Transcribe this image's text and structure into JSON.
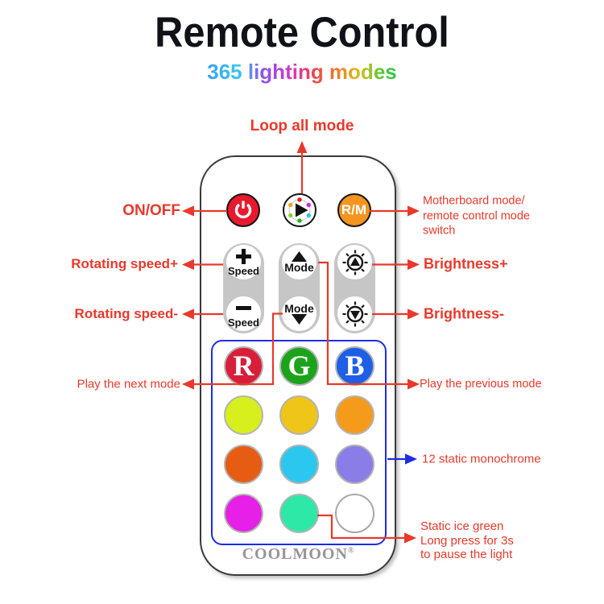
{
  "header": {
    "title": "Remote Control",
    "subtitle": "365 lighting modes"
  },
  "remote": {
    "brand": "COOLMOON",
    "brand_reg": "®",
    "buttons": {
      "rm_label": "R/M",
      "speed_plus_sign": "+",
      "speed_minus_sign": "—",
      "speed_label": "Speed",
      "mode_label": "Mode"
    },
    "color_grid": [
      {
        "name": "red",
        "label": "R",
        "color": "#d81f3a"
      },
      {
        "name": "green",
        "label": "G",
        "color": "#1ba31b"
      },
      {
        "name": "blue",
        "label": "B",
        "color": "#1e5fe6"
      },
      {
        "name": "yellow-green",
        "color": "#d8ef1e"
      },
      {
        "name": "gold",
        "color": "#efc519"
      },
      {
        "name": "orange",
        "color": "#f49b1c"
      },
      {
        "name": "orange-red",
        "color": "#e65c12"
      },
      {
        "name": "cyan",
        "color": "#2bc7ee"
      },
      {
        "name": "purple",
        "color": "#8a7de8"
      },
      {
        "name": "magenta",
        "color": "#e620e6"
      },
      {
        "name": "ice-green",
        "color": "#2de8a6"
      },
      {
        "name": "white",
        "color": "#ffffff",
        "ring": "#a8a8a8"
      }
    ]
  },
  "annotations": {
    "loop_all_mode": "Loop all mode",
    "on_off": "ON/OFF",
    "motherboard_switch": [
      "Motherboard mode/",
      "remote control mode",
      "switch"
    ],
    "rotating_speed_plus": "Rotating speed+",
    "rotating_speed_minus": "Rotating speed-",
    "brightness_plus": "Brightness+",
    "brightness_minus": "Brightness-",
    "play_next_mode": "Play the next mode",
    "play_previous_mode": "Play the previous mode",
    "static_monochrome": "12 static monochrome",
    "static_ice_green": [
      "Static ice green",
      "Long press for 3s",
      "to pause the light"
    ]
  },
  "colors": {
    "annotation_red": "#e8392b",
    "annotation_blue": "#1d2be8",
    "power_red": "#e8192d",
    "rm_orange": "#f5941f",
    "frame_blue": "#1d2be8",
    "pill_gray": "#c6c6c6"
  }
}
